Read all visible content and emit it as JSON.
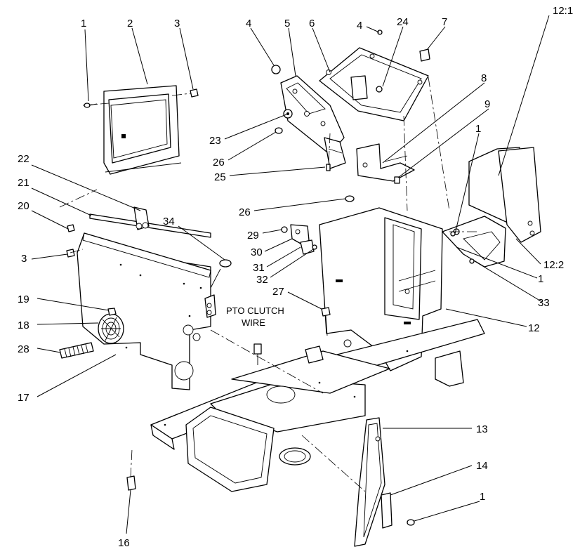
{
  "callouts": {
    "c1_top": "1",
    "c2": "2",
    "c3_top": "3",
    "c4_left": "4",
    "c5": "5",
    "c6": "6",
    "c4_right": "4",
    "c24": "24",
    "c7": "7",
    "c8": "8",
    "c9": "9",
    "c1_right": "1",
    "c12_1": "12:1",
    "c22": "22",
    "c21": "21",
    "c20": "20",
    "c34": "34",
    "c3_left": "3",
    "c23": "23",
    "c26_top": "26",
    "c25": "25",
    "c26_mid": "26",
    "c29": "29",
    "c30": "30",
    "c31": "31",
    "c32": "32",
    "c27": "27",
    "c12_2": "12:2",
    "c1_mid": "1",
    "c33": "33",
    "c12": "12",
    "c19": "19",
    "c18": "18",
    "c28": "28",
    "c17": "17",
    "c13": "13",
    "c14": "14",
    "c1_bottom": "1",
    "c16": "16"
  },
  "labels": {
    "pto_line1": "PTO CLUTCH",
    "pto_line2": "WIRE"
  }
}
